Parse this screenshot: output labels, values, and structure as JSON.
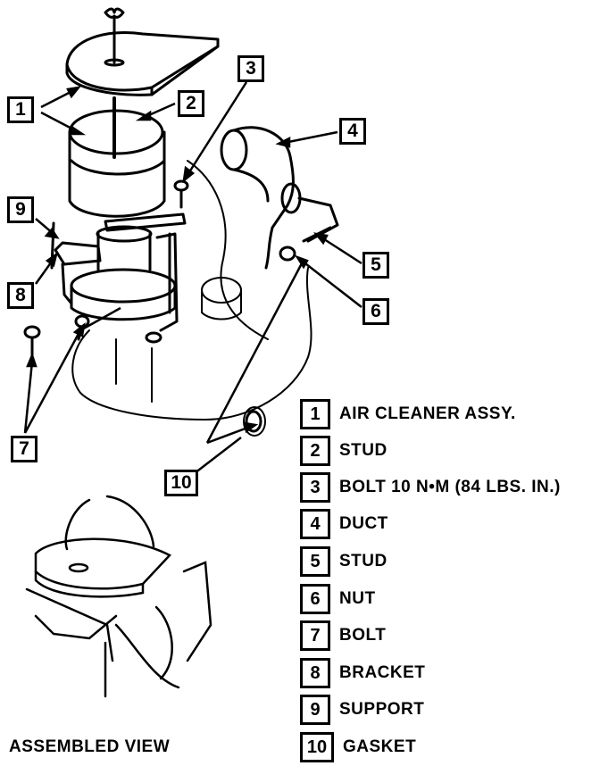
{
  "callouts": {
    "c1": "1",
    "c2": "2",
    "c3": "3",
    "c4": "4",
    "c5": "5",
    "c6": "6",
    "c7": "7",
    "c8": "8",
    "c9": "9",
    "c10": "10"
  },
  "legend": [
    {
      "num": "1",
      "label": "AIR CLEANER ASSY."
    },
    {
      "num": "2",
      "label": "STUD"
    },
    {
      "num": "3",
      "label": "BOLT 10 N•M (84 LBS. IN.)"
    },
    {
      "num": "4",
      "label": "DUCT"
    },
    {
      "num": "5",
      "label": "STUD"
    },
    {
      "num": "6",
      "label": "NUT"
    },
    {
      "num": "7",
      "label": "BOLT"
    },
    {
      "num": "8",
      "label": "BRACKET"
    },
    {
      "num": "9",
      "label": "SUPPORT"
    },
    {
      "num": "10",
      "label": "GASKET"
    }
  ],
  "caption": "ASSEMBLED VIEW"
}
